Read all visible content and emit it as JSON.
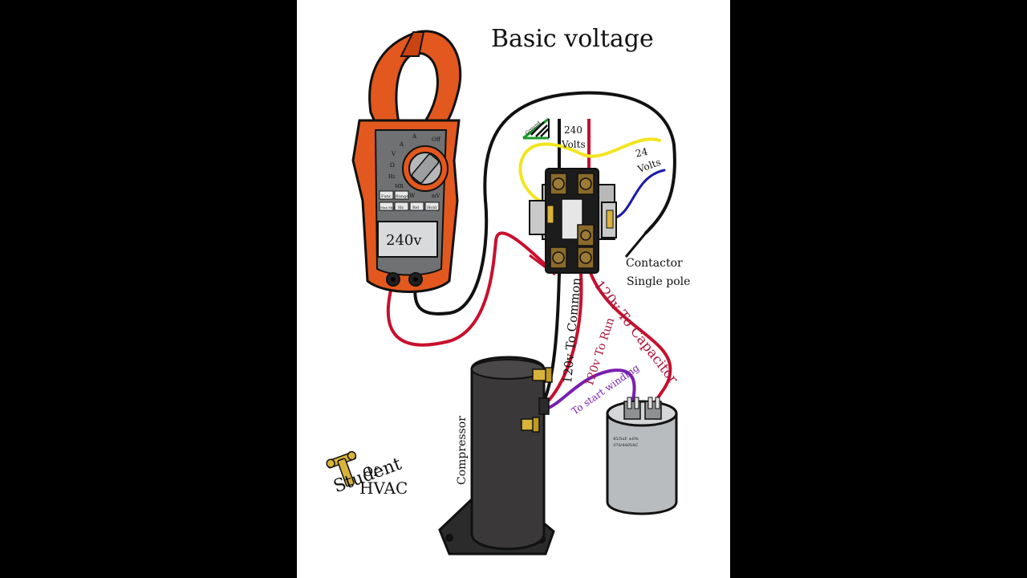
{
  "diagram": {
    "title": "Basic voltage",
    "meter_reading": "240v",
    "meter_buttons": [
      "Func",
      "Range",
      "Max Min",
      "Hz",
      "Rel",
      "Hold"
    ],
    "meter_dial": [
      "A",
      "A",
      "V",
      "Ω",
      "Hz",
      "MR",
      "Off",
      "mV",
      "W"
    ],
    "ground_label": "Ground",
    "line_voltage_label": "240",
    "line_voltage_unit": "Volts",
    "control_voltage_label": "24",
    "control_voltage_unit": "Volts",
    "contactor_label_1": "Contactor",
    "contactor_label_2": "Single pole",
    "wire_common": "120v To Common",
    "wire_run": "120v To Run",
    "wire_capacitor": "120v To Capacitor",
    "wire_start": "To start winding",
    "compressor_label": "Compressor",
    "capacitor_text_1": "45/5uF ±6%",
    "capacitor_text_2": "370/440VAC",
    "logo_line_1": "Student",
    "logo_line_2": "Of",
    "logo_line_3": "HVAC",
    "colors": {
      "meter_body": "#e2581e",
      "wire_black": "#111111",
      "wire_red": "#c8102e",
      "wire_yellow": "#f2e51f",
      "wire_blue": "#1a1aa8",
      "wire_purple": "#7a1fb0",
      "capacitor_label_red": "#a8173a",
      "compressor": "#3a3838",
      "brass": "#d8b33a",
      "capacitor": "#b9bcbf"
    }
  }
}
